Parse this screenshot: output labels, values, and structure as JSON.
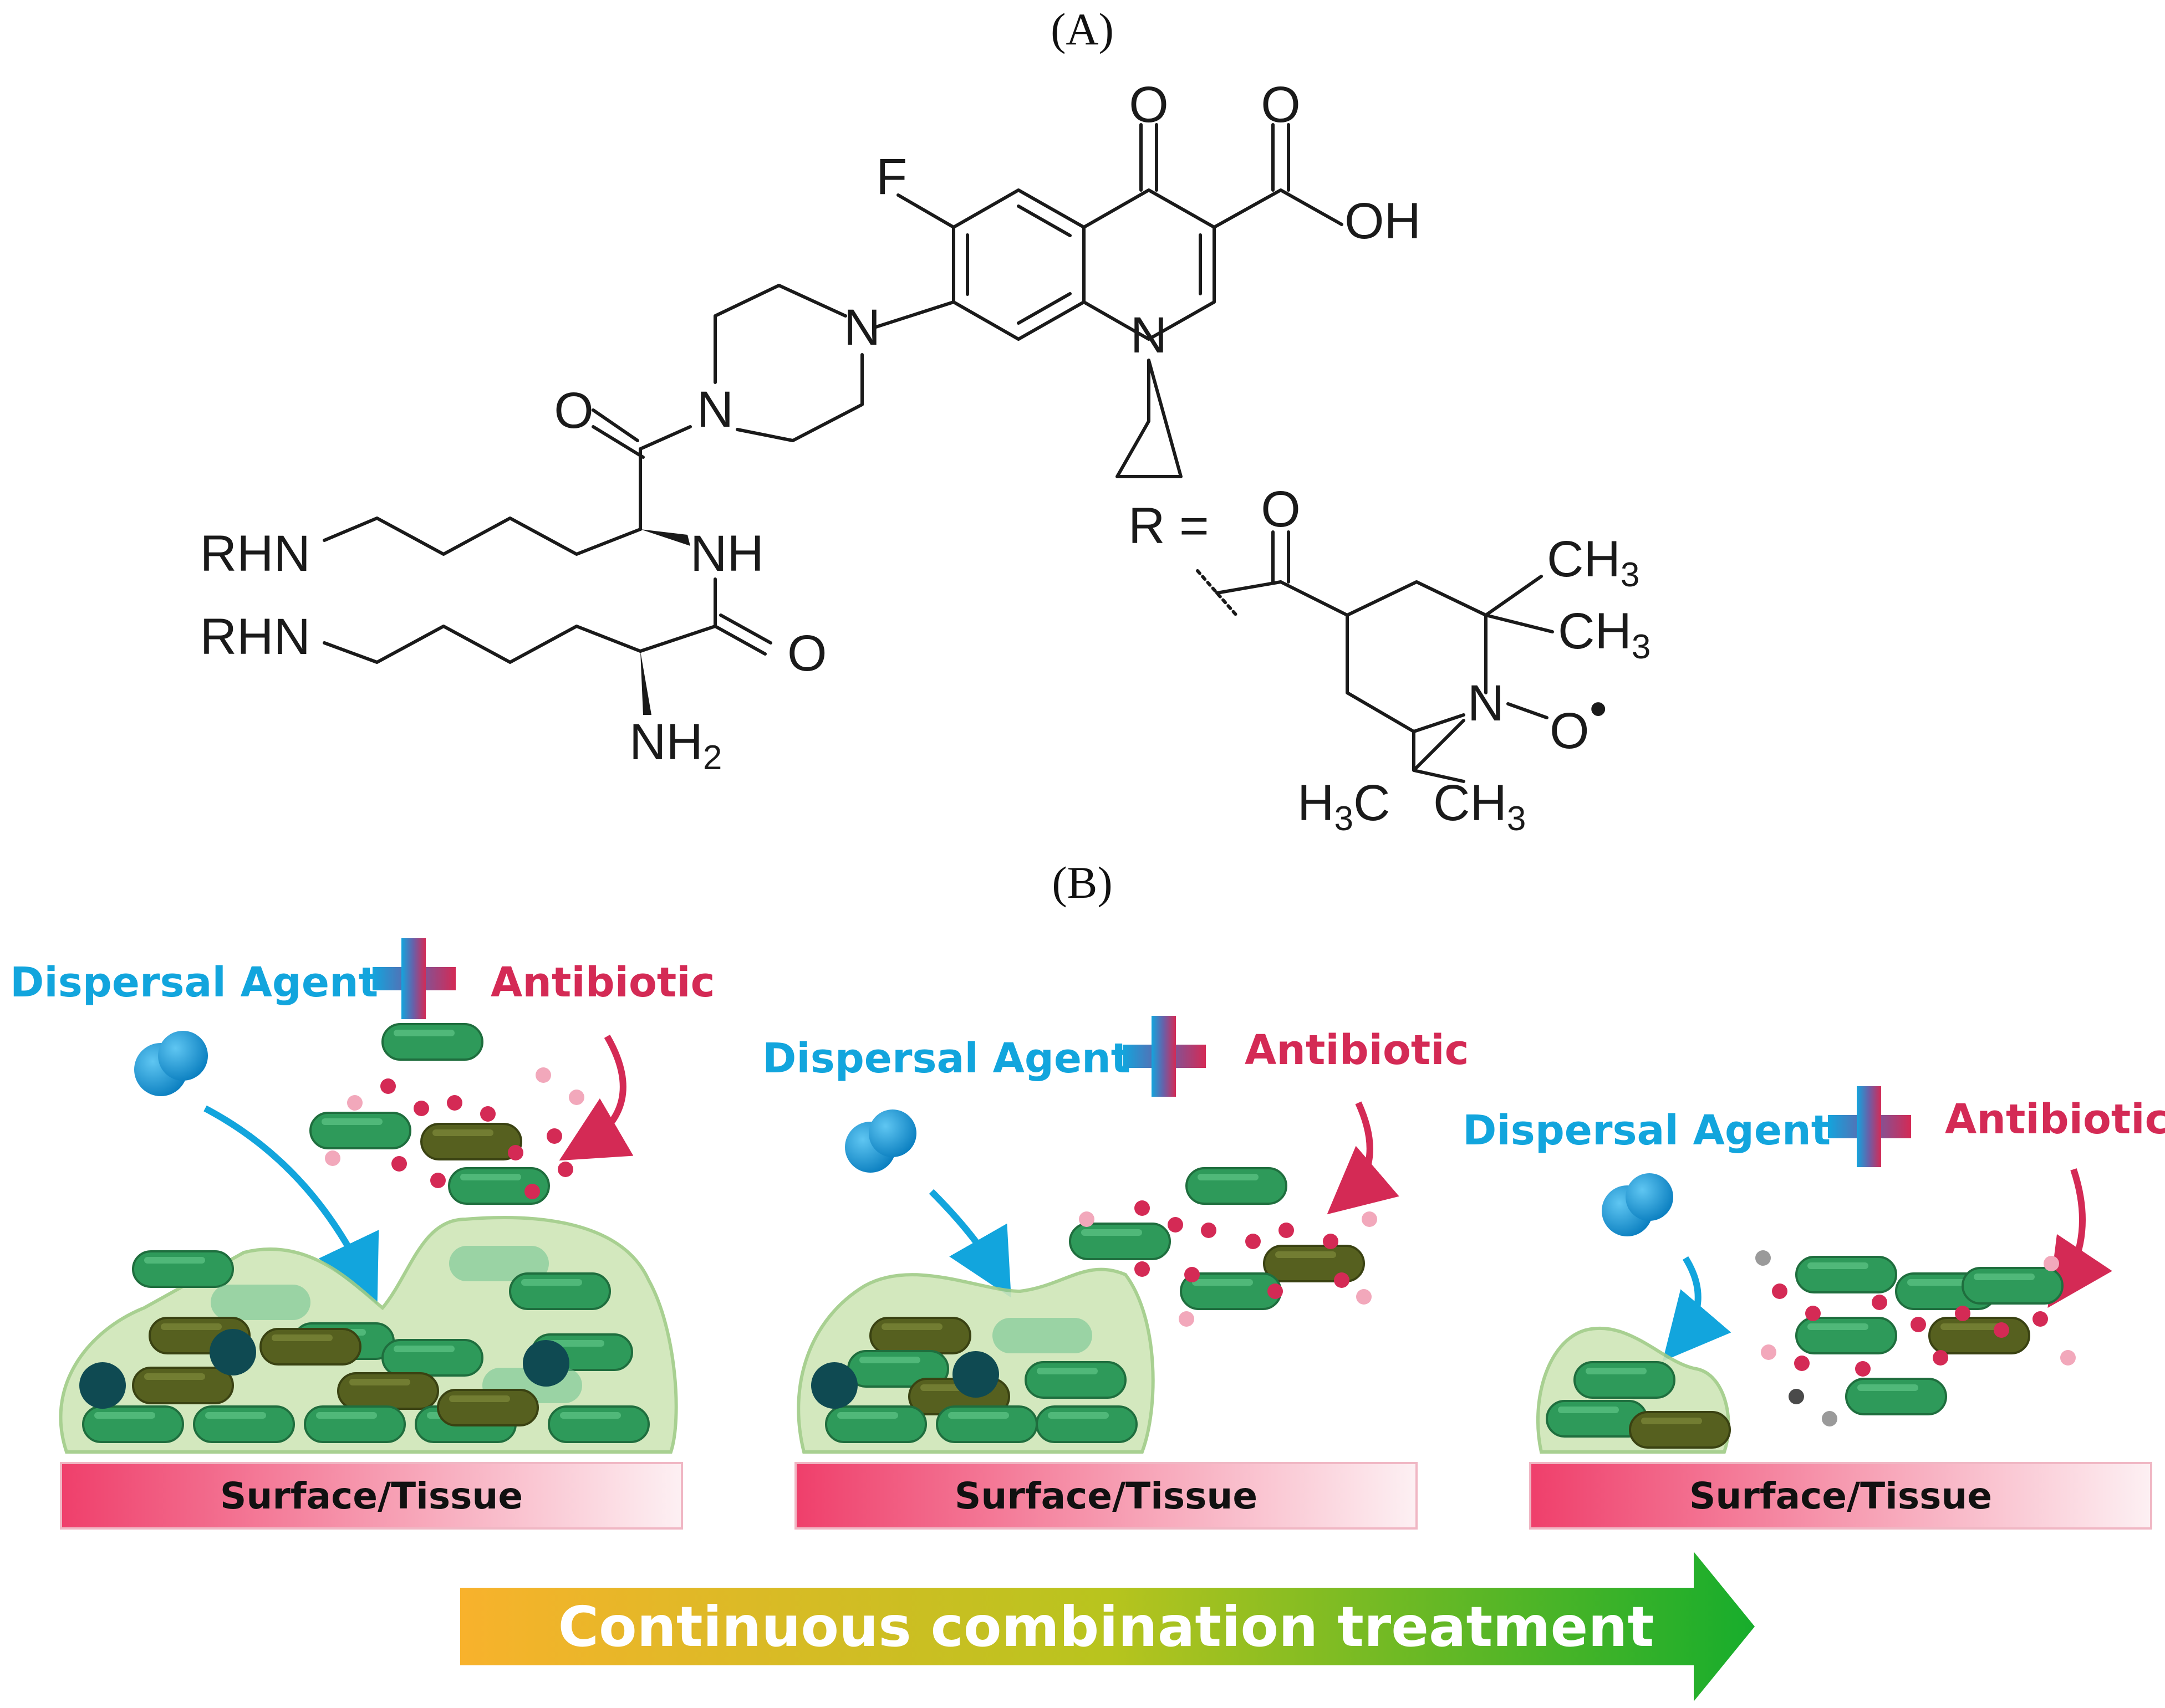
{
  "panel_a": {
    "label": "(A)",
    "atoms": {
      "F": "F",
      "O_keto": "O",
      "O_acid_top": "O",
      "OH": "OH",
      "N_quinolone": "N",
      "N_pip_top": "N",
      "N_pip_bottom": "N",
      "O_amide": "O",
      "NH": "NH",
      "RHN_1": "RHN",
      "RHN_2": "RHN",
      "O_amide2": "O",
      "NH2": "NH",
      "NH2_sub": "2"
    },
    "r_group": {
      "r_equals": "R =",
      "O_carbonyl": "O",
      "CH3_a": "CH",
      "CH3_a_sub": "3",
      "CH3_b": "CH",
      "CH3_b_sub": "3",
      "N_oxyl": "N",
      "O_radical": "O",
      "radical_dot": "•",
      "H3C": "H",
      "H3C_sub": "3",
      "H3C_c": "C",
      "CH3_c": "CH",
      "CH3_c_sub": "3"
    }
  },
  "panel_b": {
    "label": "(B)",
    "stages": [
      {
        "dispersal_label": "Dispersal Agent",
        "antibiotic_label": "Antibiotic",
        "surface_label": "Surface/Tissue"
      },
      {
        "dispersal_label": "Dispersal Agent",
        "antibiotic_label": "Antibiotic",
        "surface_label": "Surface/Tissue"
      },
      {
        "dispersal_label": "Dispersal Agent",
        "antibiotic_label": "Antibiotic",
        "surface_label": "Surface/Tissue"
      }
    ],
    "treatment_arrow_label": "Continuous combination treatment",
    "colors": {
      "dispersal_blue": "#12a5dd",
      "antibiotic_red": "#d42a55",
      "bacteria_green": "#2e9a5a",
      "bacteria_dark": "#4f5d1e",
      "biofilm_matrix": "#cfe6b8",
      "surface_pink": "#f0466e",
      "arrow_start": "#f7b52a",
      "arrow_end": "#1fae2a"
    }
  }
}
